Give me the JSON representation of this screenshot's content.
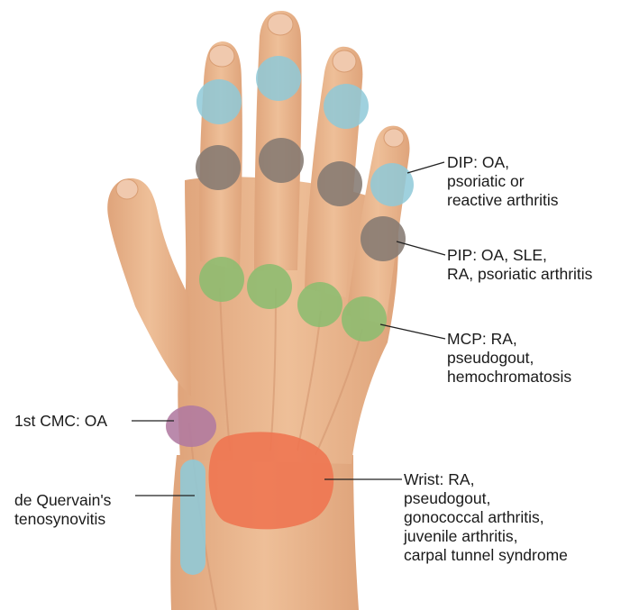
{
  "colors": {
    "skin": "#e9b88f",
    "skin_shadow": "#d99d72",
    "nail": "#f0c9ae",
    "dip": "#8ec9d8",
    "pip": "#857a72",
    "mcp": "#8cbc6f",
    "cmc": "#b07aa0",
    "wrist": "#ee7651",
    "quervain": "#8ec9d8",
    "leader": "#222222"
  },
  "labels": {
    "dip": [
      "DIP: OA,",
      "psoriatic or",
      "reactive arthritis"
    ],
    "pip": [
      "PIP: OA, SLE,",
      "RA, psoriatic arthritis"
    ],
    "mcp": [
      "MCP: RA,",
      "pseudogout,",
      "hemochromatosis"
    ],
    "cmc": [
      "1st CMC: OA"
    ],
    "quervain": [
      "de Quervain's",
      "tenosynovitis"
    ],
    "wrist": [
      "Wrist: RA,",
      "pseudogout,",
      "gonococcal arthritis,",
      "juvenile arthritis,",
      "carpal tunnel syndrome"
    ]
  }
}
